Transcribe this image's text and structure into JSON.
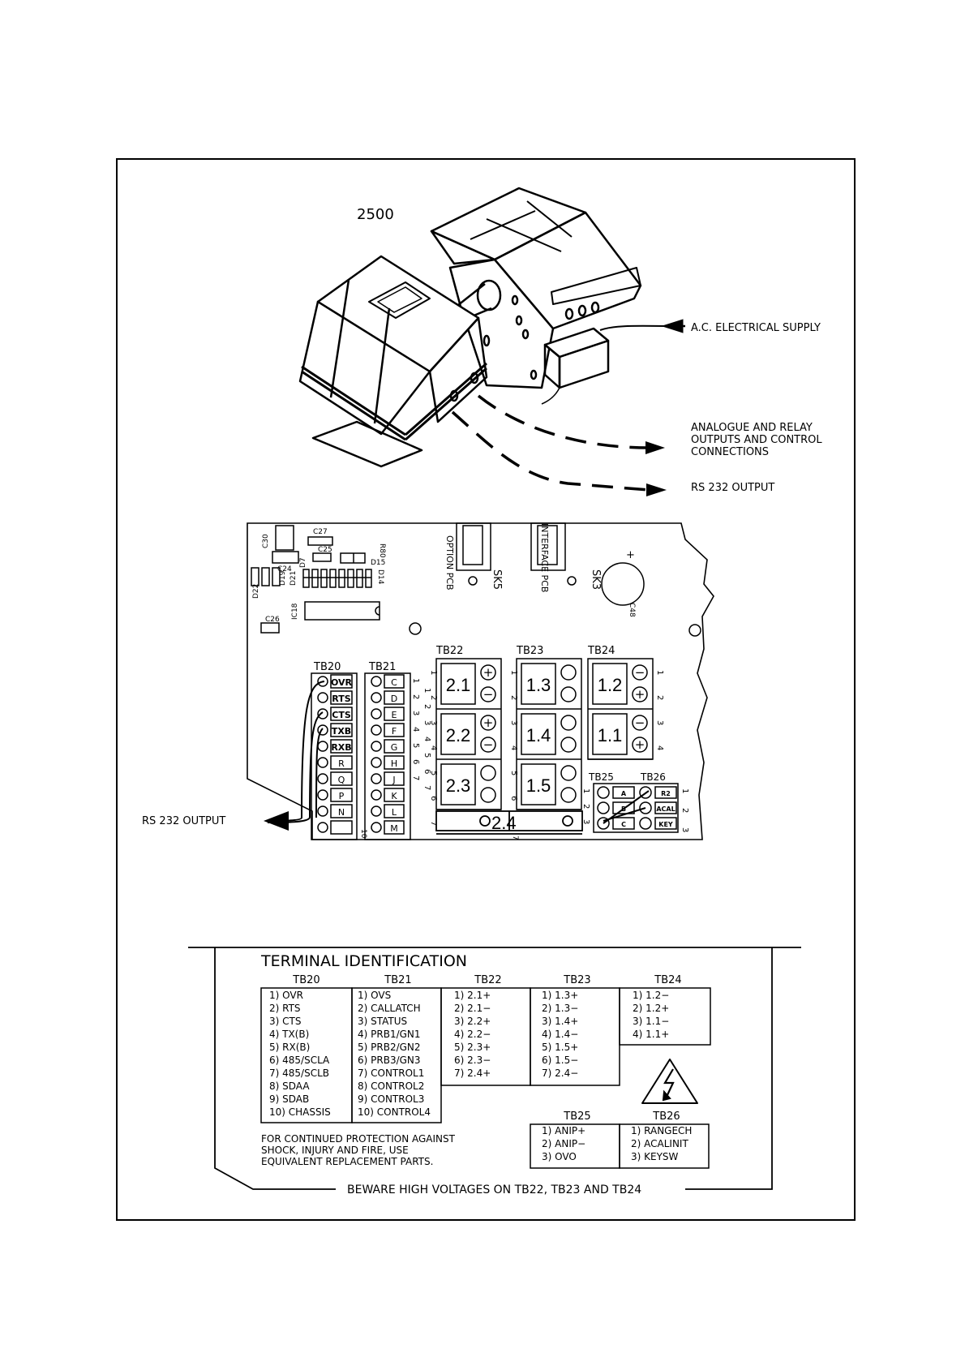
{
  "model": "2500",
  "callouts": {
    "ac_supply": "A.C. ELECTRICAL SUPPLY",
    "analogue_lines": [
      "ANALOGUE AND RELAY",
      "OUTPUTS AND CONTROL",
      "CONNECTIONS"
    ],
    "rs232_top": "RS 232 OUTPUT",
    "rs232_left": "RS 232 OUTPUT"
  },
  "pcb": {
    "components": [
      "C27",
      "C30",
      "C25",
      "C24",
      "R80",
      "D15",
      "D14",
      "D7",
      "D21",
      "D19",
      "D22",
      "IC18",
      "C26",
      "C48"
    ],
    "option_pcb": "OPTION PCB",
    "interface_pcb": "INTERFACE PCB",
    "sk5": "SK5",
    "sk3": "SK3",
    "tb20": {
      "label": "TB20",
      "keys": [
        "OVR",
        "RTS",
        "CTS",
        "TXB",
        "RXB",
        "R",
        "Q",
        "P",
        "N",
        ""
      ],
      "end_number": "10"
    },
    "tb21": {
      "label": "TB21",
      "keys": [
        "C",
        "D",
        "E",
        "F",
        "G",
        "H",
        "J",
        "K",
        "L",
        "M"
      ],
      "numbers": [
        "1",
        "2",
        "3",
        "4",
        "5",
        "6",
        "7"
      ]
    },
    "tb22": {
      "label": "TB22",
      "cells": [
        "2.1",
        "2.2",
        "2.3"
      ],
      "numbers": [
        "1",
        "2",
        "3",
        "4",
        "5",
        "6",
        "7"
      ]
    },
    "tb23": {
      "label": "TB23",
      "cells": [
        "1.3",
        "1.4",
        "1.5"
      ],
      "numbers": [
        "1",
        "2",
        "3",
        "4",
        "5",
        "6",
        "7"
      ]
    },
    "tb24": {
      "label": "TB24",
      "cells": [
        "1.2",
        "1.1"
      ],
      "numbers": [
        "1",
        "2",
        "3",
        "4"
      ]
    },
    "strip_label": "2.4",
    "tb25": {
      "label": "TB25",
      "keys": [
        "A",
        "B",
        "C"
      ],
      "numbers": [
        "1",
        "2",
        "3"
      ]
    },
    "tb26": {
      "label": "TB26",
      "keys": [
        "R2",
        "ACAL",
        "KEY"
      ],
      "numbers": [
        "1",
        "2",
        "3"
      ]
    },
    "plus": "+",
    "minus": "−"
  },
  "terminal_id": {
    "title": "TERMINAL  IDENTIFICATION",
    "tb20": {
      "header": "TB20",
      "rows": [
        "1) OVR",
        "2) RTS",
        "3) CTS",
        "4) TX(B)",
        "5) RX(B)",
        "6) 485/SCLA",
        "7) 485/SCLB",
        "8) SDAA",
        "9) SDAB",
        "10) CHASSIS"
      ]
    },
    "tb21": {
      "header": "TB21",
      "rows": [
        "1) OVS",
        "2) CALLATCH",
        "3) STATUS",
        "4) PRB1/GN1",
        "5) PRB2/GN2",
        "6) PRB3/GN3",
        "7) CONTROL1",
        "8) CONTROL2",
        "9) CONTROL3",
        "10) CONTROL4"
      ]
    },
    "tb22": {
      "header": "TB22",
      "rows": [
        "1) 2.1+",
        "2) 2.1−",
        "3) 2.2+",
        "4) 2.2−",
        "5) 2.3+",
        "6) 2.3−",
        "7) 2.4+"
      ]
    },
    "tb23": {
      "header": "TB23",
      "rows": [
        "1) 1.3+",
        "2) 1.3−",
        "3) 1.4+",
        "4) 1.4−",
        "5) 1.5+",
        "6) 1.5−",
        "7) 2.4−"
      ]
    },
    "tb24": {
      "header": "TB24",
      "rows": [
        "1) 1.2−",
        "2) 1.2+",
        "3) 1.1−",
        "4) 1.1+"
      ]
    },
    "tb25": {
      "header": "TB25",
      "rows": [
        "1) ANIP+",
        "2) ANIP−",
        "3) OVO"
      ]
    },
    "tb26": {
      "header": "TB26",
      "rows": [
        "1) RANGECH",
        "2) ACALINIT",
        "3) KEYSW"
      ]
    },
    "warning_lines": [
      "FOR CONTINUED PROTECTION AGAINST",
      "SHOCK, INJURY AND FIRE, USE",
      "EQUIVALENT REPLACEMENT PARTS."
    ],
    "beware": "BEWARE HIGH VOLTAGES ON TB22, TB23 AND TB24"
  }
}
